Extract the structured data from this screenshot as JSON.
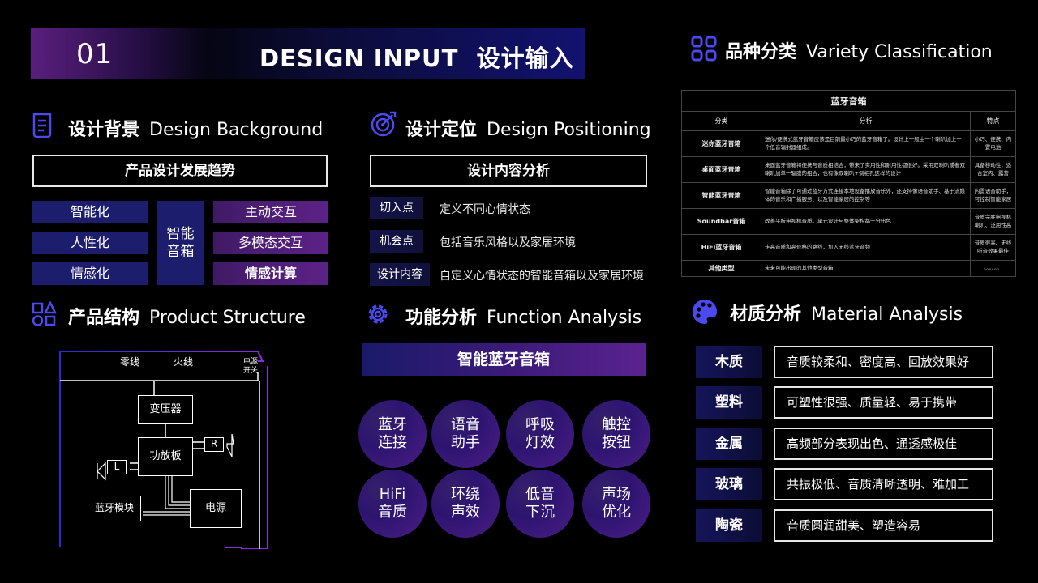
{
  "banner": {
    "number": "01",
    "title": "DESIGN INPUT  设计输入"
  },
  "variety": {
    "title_cn": "品种分类",
    "title_en": "Variety Classification",
    "table": {
      "caption": "蓝牙音箱",
      "headers": [
        "分类",
        "分析",
        "特点"
      ],
      "rows": [
        {
          "type": "迷你蓝牙音箱",
          "analysis": "迷你/便携式蓝牙音箱应该是目前最小巧的蓝牙音箱了。设计上一般由一个喇叭加上一个低音辐射器组成。",
          "feature": "小巧、便携、内置电池"
        },
        {
          "type": "桌面蓝牙音箱",
          "analysis": "桌面蓝牙音箱将便携与音质相结合，带来了实用性和耐用性都很好。采用双喇叭或者双喇叭加单一辐膜的组合，也有像双喇叭+倒相孔这样的设计",
          "feature": "具备移动性，适合室内、露营"
        },
        {
          "type": "智能蓝牙音箱",
          "analysis": "智能音箱除了可通过蓝牙方式连接本地设备播放音乐外，还支持像语音助手、基于流媒体的音乐和广播服务、以及智能家居的控制等",
          "feature": "内置语音助手，可控制智能家居"
        },
        {
          "type": "Soundbar音箱",
          "analysis": "改善平板电视机音质。单元设计与整体架构都十分出色",
          "feature": "音质完胜电视机喇叭、泛用性高"
        },
        {
          "type": "HiFi蓝牙音箱",
          "analysis": "走高音质和高价格的路线，加入无线蓝牙音频",
          "feature": "音质很高、无线听音效果最佳"
        },
        {
          "type": "其他类型",
          "analysis": "未来可能出现的其他类型音箱",
          "feature": "。。。。。。"
        }
      ]
    }
  },
  "background": {
    "title_cn": "设计背景",
    "title_en": "Design Background",
    "box_title": "产品设计发展趋势",
    "left": [
      "智能化",
      "人性化",
      "情感化"
    ],
    "center": "智能\n音箱",
    "right": [
      "主动交互",
      "多模态交互",
      "情感计算"
    ]
  },
  "positioning": {
    "title_cn": "设计定位",
    "title_en": "Design Positioning",
    "box_title": "设计内容分析",
    "rows": [
      {
        "tag": "切入点",
        "text": "定义不同心情状态"
      },
      {
        "tag": "机会点",
        "text": "包括音乐风格以及家居环境"
      },
      {
        "tag": "设计内容",
        "text": "自定义心情状态的智能音箱以及家居环境"
      }
    ]
  },
  "structure": {
    "title_cn": "产品结构",
    "title_en": "Product Structure",
    "labels": {
      "neutral": "零线",
      "live": "火线",
      "switch": "电源\n开关",
      "transformer": "变压器",
      "amp": "功放板",
      "right": "R",
      "left": "L",
      "bt": "蓝牙模块",
      "power": "电源"
    }
  },
  "function": {
    "title_cn": "功能分析",
    "title_en": "Function Analysis",
    "banner": "智能蓝牙音箱",
    "items": [
      "蓝牙\n连接",
      "语音\n助手",
      "呼吸\n灯效",
      "触控\n按钮",
      "HiFi\n音质",
      "环绕\n声效",
      "低音\n下沉",
      "声场\n优化"
    ]
  },
  "material": {
    "title_cn": "材质分析",
    "title_en": "Material Analysis",
    "rows": [
      {
        "name": "木质",
        "desc": "音质较柔和、密度高、回放效果好"
      },
      {
        "name": "塑料",
        "desc": "可塑性很强、质量轻、易于携带"
      },
      {
        "name": "金属",
        "desc": "高频部分表现出色、通透感极佳"
      },
      {
        "name": "玻璃",
        "desc": "共振极低、音质清晰透明、难加工"
      },
      {
        "name": "陶瓷",
        "desc": "音质圆润甜美、塑造容易"
      }
    ]
  },
  "colors": {
    "accent_blue": "#3b3bd6",
    "accent_purple": "#8a2be2"
  }
}
